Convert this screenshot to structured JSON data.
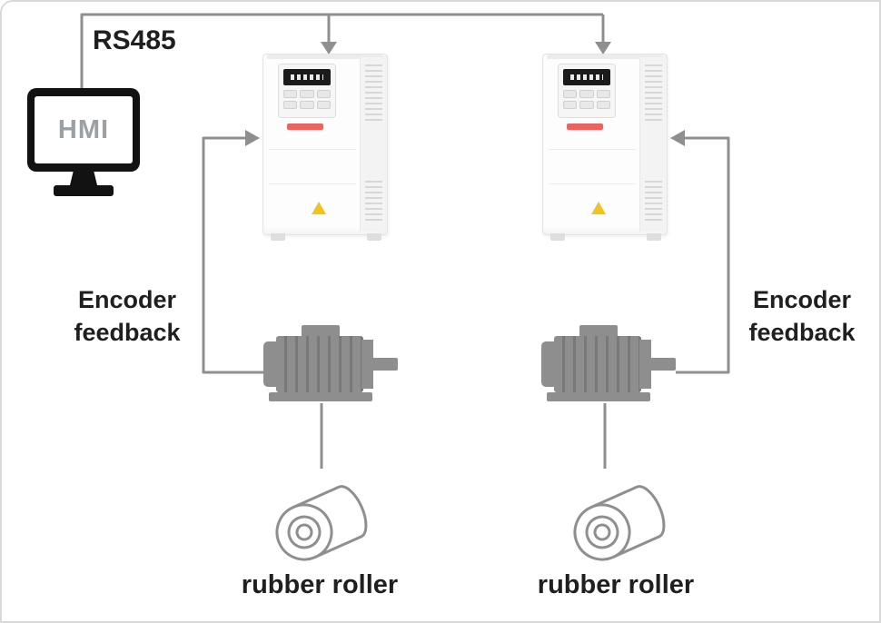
{
  "colors": {
    "line": "#8f8f8f",
    "text": "#1f1f1f",
    "hmi_body": "#121212",
    "hmi_screen_text": "#9aa0a4",
    "motor": "#8e8e8e",
    "motor_fin": "#79797b",
    "roller_stroke": "#8f8f8f",
    "vfd_body": "#fdfdfd",
    "vfd_border": "#e4e4e4",
    "vfd_brand_red": "#e8483f",
    "warning_yellow": "#f2c21d"
  },
  "labels": {
    "bus": "RS485",
    "hmi_screen": "HMI",
    "encoder_left": {
      "line1": "Encoder",
      "line2": "feedback"
    },
    "encoder_right": {
      "line1": "Encoder",
      "line2": "feedback"
    },
    "roller_left": "rubber roller",
    "roller_right": "rubber roller"
  },
  "icons": {
    "hmi": "monitor-icon",
    "vfd": "inverter-drive-icon",
    "motor": "motor-icon",
    "roller": "cylinder-roller-icon",
    "arrows": "arrow-icon",
    "warning": "warning-triangle-icon"
  }
}
